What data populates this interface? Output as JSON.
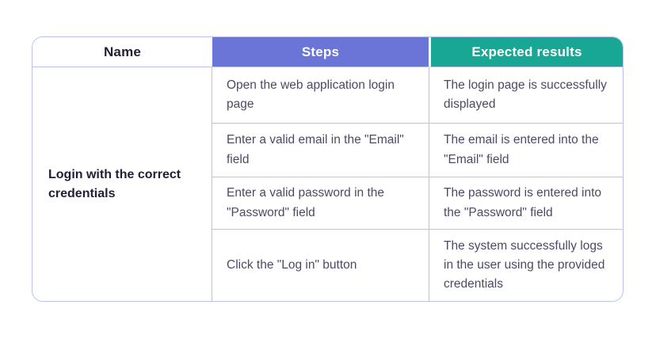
{
  "colors": {
    "steps_header_bg": "#6b75d8",
    "expected_header_bg": "#18a795",
    "header_text": "#ffffff",
    "name_header_text": "#201f37",
    "body_text": "#4c4a64",
    "name_text": "#201f37",
    "border": "#bac1ea",
    "page_bg": "#ffffff"
  },
  "table": {
    "headers": [
      {
        "label": "Name"
      },
      {
        "label": "Steps"
      },
      {
        "label": "Expected results"
      }
    ],
    "test_case_name": "Login with the correct credentials",
    "rows": [
      {
        "step": "Open the web application login page",
        "expected": "The login page is successfully displayed"
      },
      {
        "step": "Enter a valid email in the \"Email\" field",
        "expected": "The email is entered into the \"Email\" field"
      },
      {
        "step": "Enter a valid password in the \"Password\" field",
        "expected": "The password is entered into the \"Password\" field"
      },
      {
        "step": "Click the \"Log in\" button",
        "expected": "The system successfully logs in the user using the provided credentials"
      }
    ]
  }
}
